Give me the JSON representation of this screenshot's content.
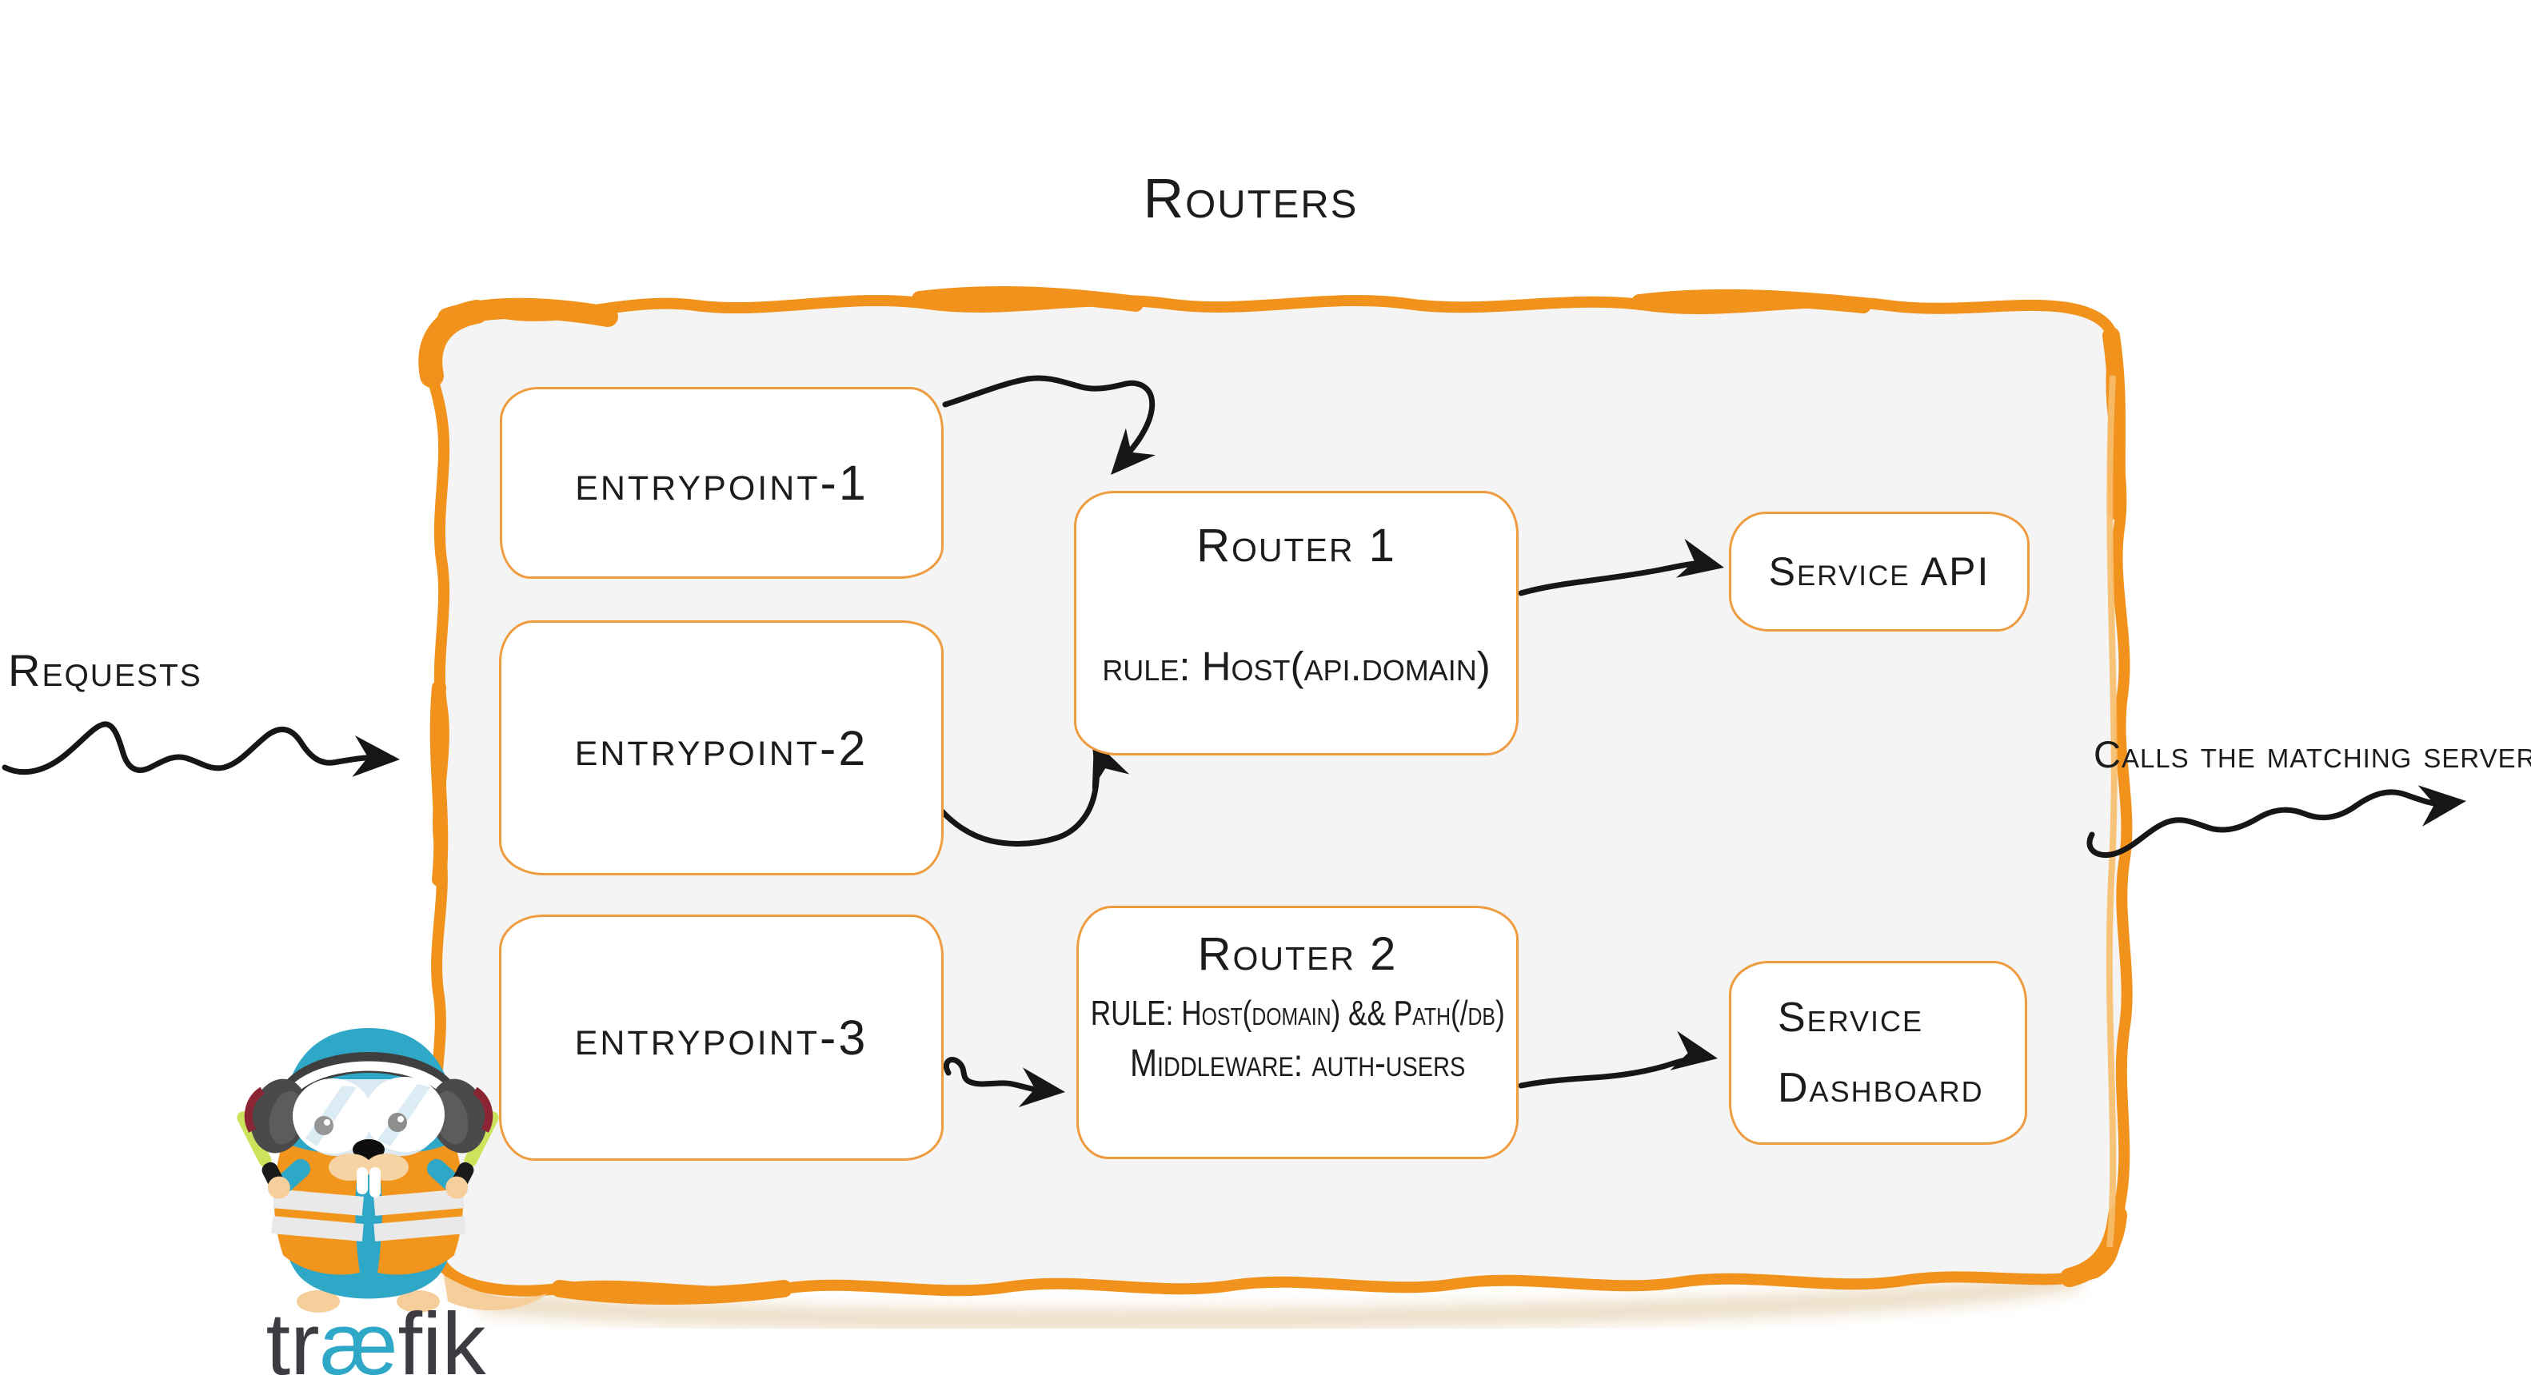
{
  "title": "Routers",
  "outside_labels": {
    "requests": "Requests",
    "calls_matching_server": "Calls the matching server"
  },
  "entrypoints": [
    {
      "label": "entrypoint-1"
    },
    {
      "label": "entrypoint-2"
    },
    {
      "label": "entrypoint-3"
    }
  ],
  "routers": [
    {
      "title": "Router 1",
      "rule": "rule: Host(api.domain)"
    },
    {
      "title": "Router 2",
      "rule": "RULE: Host(domain) && Path(/db)",
      "middleware": "Middleware: auth-users"
    }
  ],
  "services": [
    {
      "label": "Service API"
    },
    {
      "label_line1": "Service",
      "label_line2": "Dashboard"
    }
  ],
  "connections": [
    {
      "from": "requests",
      "to": "routers-container"
    },
    {
      "from": "entrypoint-1",
      "to": "router-1"
    },
    {
      "from": "entrypoint-2",
      "to": "router-1"
    },
    {
      "from": "entrypoint-3",
      "to": "router-2"
    },
    {
      "from": "router-1",
      "to": "service-api"
    },
    {
      "from": "router-2",
      "to": "service-dashboard"
    },
    {
      "from": "routers-container",
      "to": "calls-the-matching-server"
    }
  ],
  "logo": {
    "wordmark": "træfik",
    "wordmark_tr": "tr",
    "wordmark_ae": "æ",
    "wordmark_fik": "fik"
  },
  "colors": {
    "accent_orange": "#F0921B",
    "box_border_orange": "#EE9C3F",
    "container_fill": "#F4F4F4",
    "ink": "#1C1C1C",
    "gopher_blue": "#2FA7C7",
    "vest_orange": "#F2951D",
    "stick_green": "#CBE45C",
    "headphone_gray": "#4A4A4A",
    "headphone_red": "#8B2433",
    "skin_tan": "#F6CE9B",
    "wordmark_gray": "#3E3C42",
    "wordmark_blue": "#2FA7C7"
  }
}
